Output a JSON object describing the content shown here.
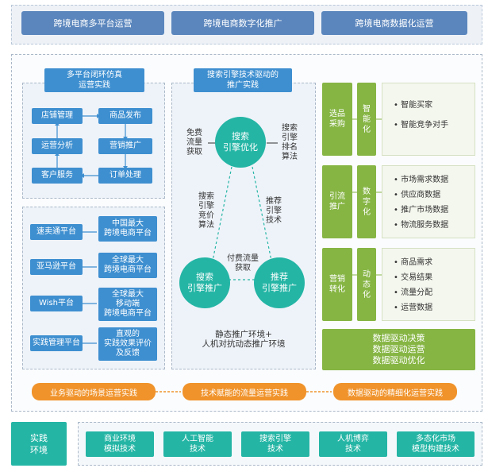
{
  "top_bar": [
    "跨境电商多平台运营",
    "跨境电商数字化推广",
    "跨境电商数据化运营"
  ],
  "left_section": {
    "title": "多平台闭环仿真\n运营实践",
    "cycle_items": [
      "店铺管理",
      "商品发布",
      "运营分析",
      "营销推广",
      "客户服务",
      "订单处理"
    ],
    "platforms": [
      {
        "name": "速卖通平台",
        "desc": "中国最大\n跨境电商平台"
      },
      {
        "name": "亚马逊平台",
        "desc": "全球最大\n跨境电商平台"
      },
      {
        "name": "Wish平台",
        "desc": "全球最大\n移动端\n跨境电商平台"
      },
      {
        "name": "实践管理平台",
        "desc": "直观的\n实践效果评价\n及反馈"
      }
    ]
  },
  "middle_section": {
    "title": "搜索引擎技术驱动的\n推广实践",
    "circles": [
      "搜索\n引擎优化",
      "搜索\n引擎推广",
      "推荐\n引擎推广"
    ],
    "labels": {
      "free_traffic": "免费\n流量\n获取",
      "search_rank": "搜索\n引擎\n排名\n算法",
      "bid_algo": "搜索\n引擎\n竞价\n算法",
      "recommend_tech": "推荐\n引擎\n技术",
      "paid_traffic": "付费流量\n获取"
    },
    "footer": "静态推广环境+\n人机对抗动态推广环境"
  },
  "right_section": {
    "rows": [
      {
        "stage": "选品\n采购",
        "type": "智\n能\n化",
        "items": [
          "智能买家",
          "智能竞争对手"
        ]
      },
      {
        "stage": "引流\n推广",
        "type": "数\n字\n化",
        "items": [
          "市场需求数据",
          "供应商数据",
          "推广市场数据",
          "物流服务数据"
        ]
      },
      {
        "stage": "营销\n转化",
        "type": "动\n态\n化",
        "items": [
          "商品需求",
          "交易结果",
          "流量分配",
          "运营数据"
        ]
      }
    ],
    "summary": "数据驱动决策\n数据驱动运营\n数据驱动优化"
  },
  "orange_bar": [
    "业务驱动的场景运营实践",
    "技术赋能的流量运营实践",
    "数据驱动的精细化运营实践"
  ],
  "bottom": {
    "label": "实践\n环境",
    "items": [
      "商业环境\n模拟技术",
      "人工智能\n技术",
      "搜索引擎\n技术",
      "人机博弈\n技术",
      "多态化市场\n模型构建技术"
    ]
  },
  "colors": {
    "blue": "#3e8fd0",
    "teal": "#24b5a5",
    "green": "#86b544",
    "orange": "#f0932b",
    "header_blue": "#5b86bd"
  }
}
